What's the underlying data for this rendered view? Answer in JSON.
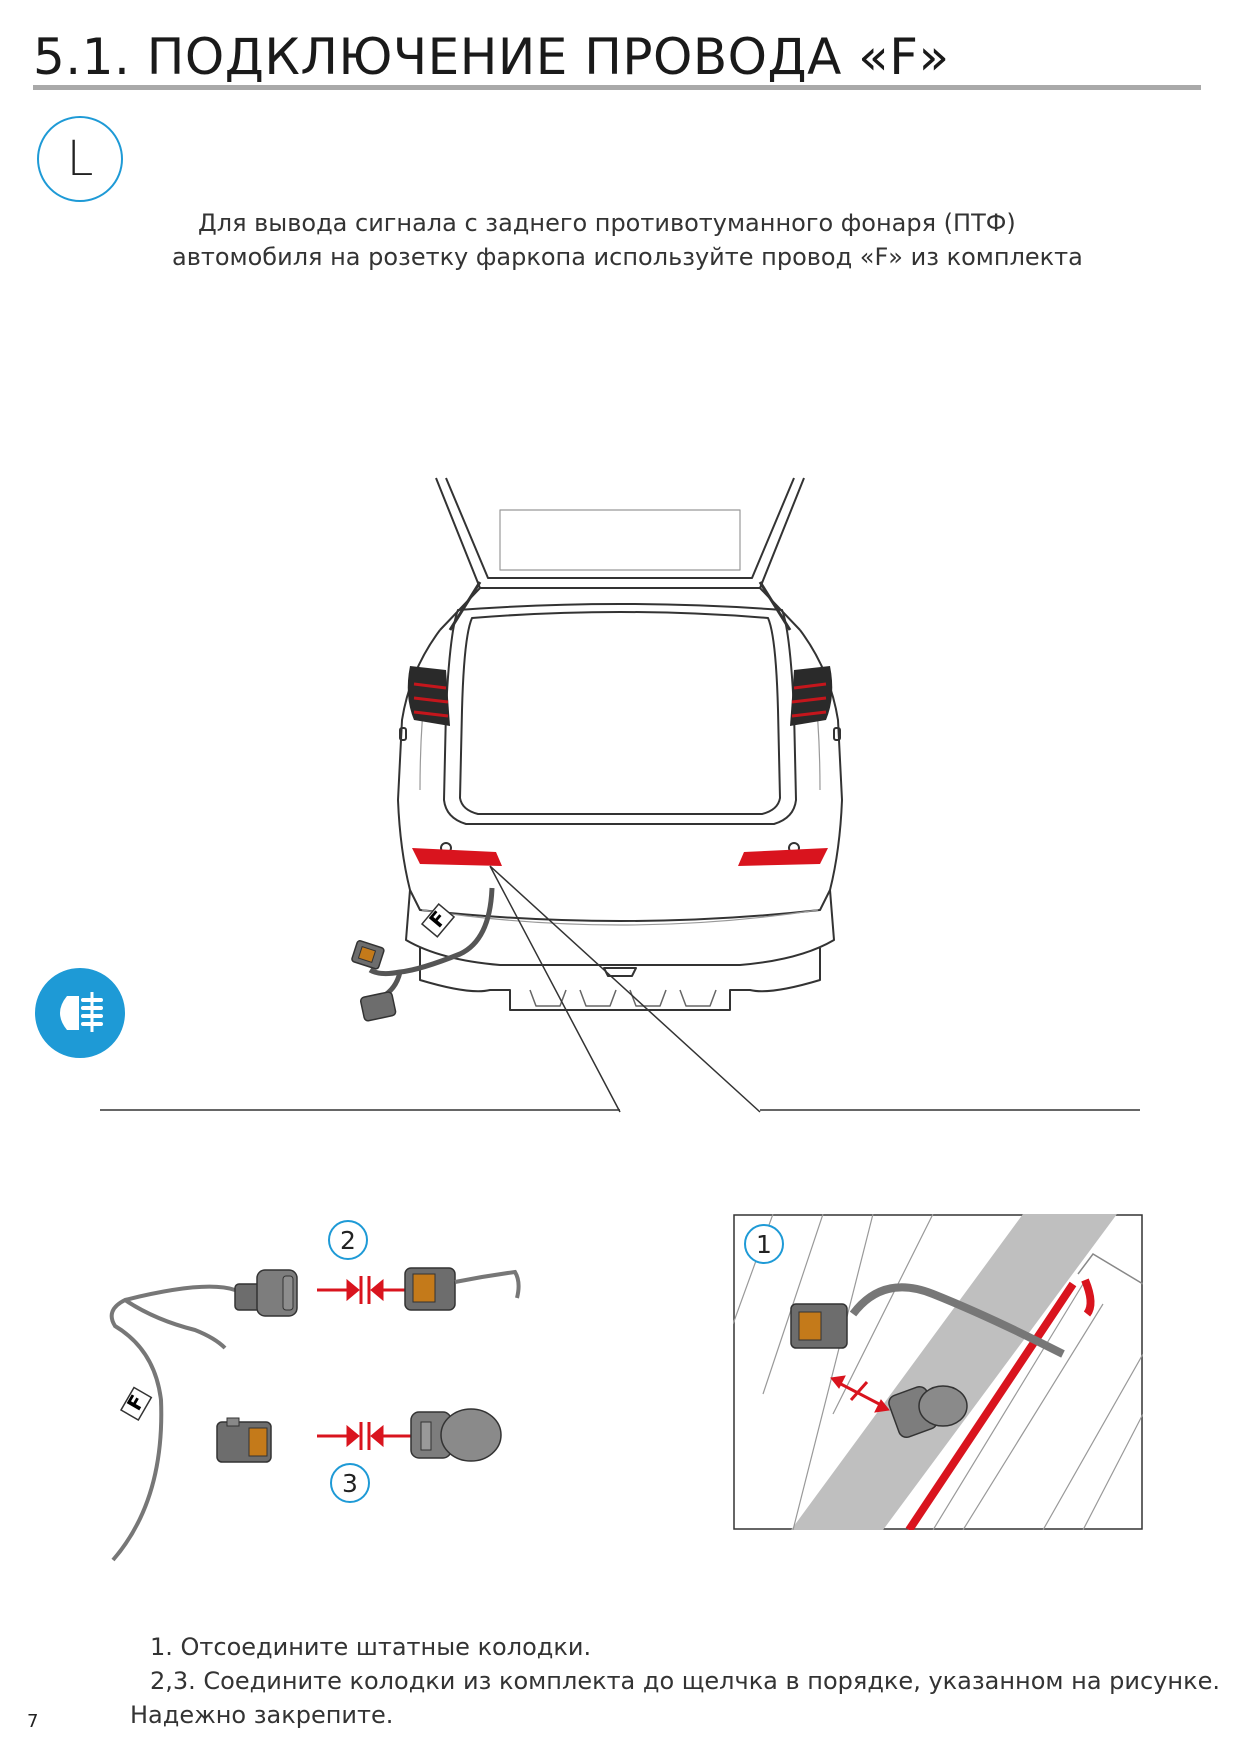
{
  "title": "5.1. ПОДКЛЮЧЕНИЕ ПРОВОДА  «F»",
  "side_badge": "L",
  "intro": "Для вывода сигнала с заднего противотуманного фонаря (ПТФ) автомобиля на розетку фаркопа используйте провод «F» из комплекта",
  "wire_label": "F",
  "steps": {
    "one": "1",
    "two": "2",
    "three": "3"
  },
  "instructions": {
    "line1": "1. Отсоедините штатные колодки.",
    "line2": "2,3. Соедините колодки из комплекта до щелчка в порядке, указанном на рисунке.",
    "line3": "Надежно закрепите."
  },
  "page_number": "7",
  "colors": {
    "accent": "#1e9ad6",
    "red": "#d9141e",
    "connector": "#6d6d6d",
    "plug_core": "#c47a1a"
  },
  "icons": {
    "side": "letter-badge",
    "fog_lamp": "rear-fog-lamp-icon"
  }
}
